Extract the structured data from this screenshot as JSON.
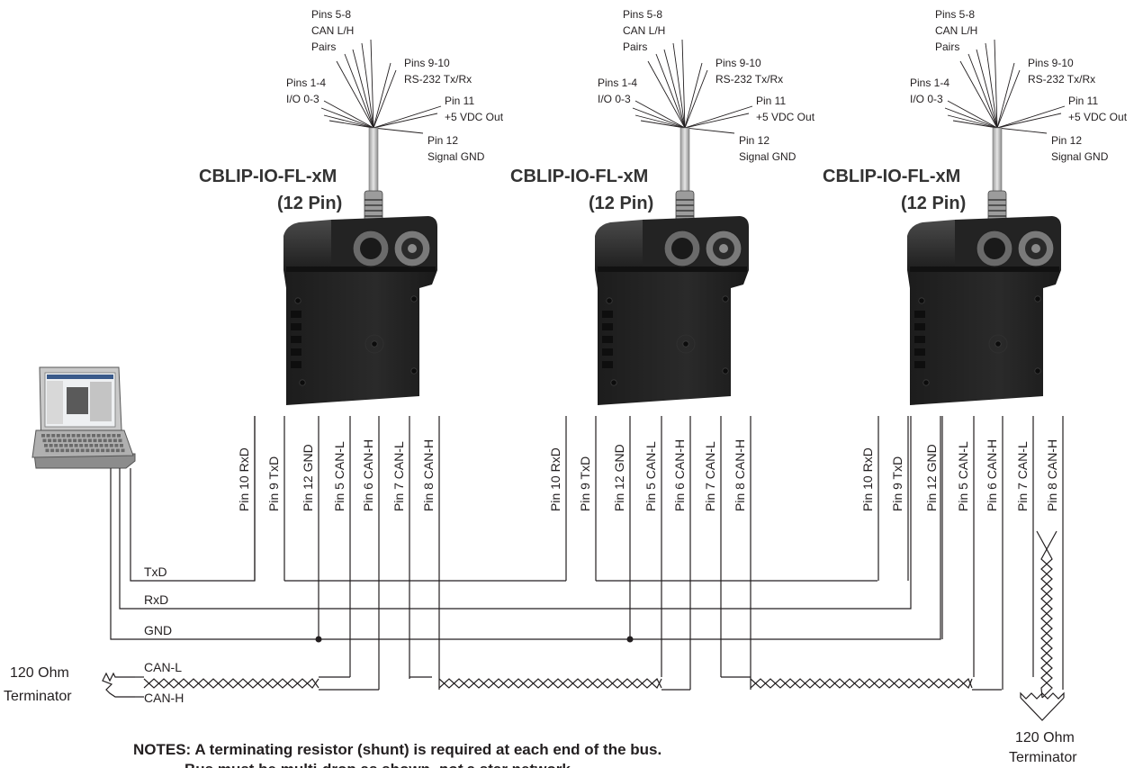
{
  "modules": [
    {
      "title": "CBLIP-IO-FL-xM",
      "subtitle": "(12 Pin)",
      "callouts": {
        "pins58": [
          "Pins 5-8",
          "CAN L/H",
          "Pairs"
        ],
        "pins14": [
          "Pins 1-4",
          "I/O 0-3"
        ],
        "pins910": [
          "Pins 9-10",
          "RS-232 Tx/Rx"
        ],
        "pin11": [
          "Pin 11",
          "+5 VDC Out"
        ],
        "pin12": [
          "Pin 12",
          "Signal GND"
        ]
      }
    },
    {
      "title": "CBLIP-IO-FL-xM",
      "subtitle": "(12 Pin)",
      "callouts": {
        "pins58": [
          "Pins 5-8",
          "CAN L/H",
          "Pairs"
        ],
        "pins14": [
          "Pins 1-4",
          "I/O 0-3"
        ],
        "pins910": [
          "Pins 9-10",
          "RS-232 Tx/Rx"
        ],
        "pin11": [
          "Pin 11",
          "+5 VDC Out"
        ],
        "pin12": [
          "Pin 12",
          "Signal GND"
        ]
      }
    },
    {
      "title": "CBLIP-IO-FL-xM",
      "subtitle": "(12 Pin)",
      "callouts": {
        "pins58": [
          "Pins 5-8",
          "CAN L/H",
          "Pairs"
        ],
        "pins14": [
          "Pins 1-4",
          "I/O 0-3"
        ],
        "pins910": [
          "Pins 9-10",
          "RS-232 Tx/Rx"
        ],
        "pin11": [
          "Pin 11",
          "+5 VDC Out"
        ],
        "pin12": [
          "Pin 12",
          "Signal GND"
        ]
      }
    }
  ],
  "pin_labels": [
    "Pin 10 RxD",
    "Pin 9 TxD",
    "Pin 12 GND",
    "Pin 5 CAN-L",
    "Pin 6 CAN-H",
    "Pin 7 CAN-L",
    "Pin 8 CAN-H"
  ],
  "bus_labels": {
    "txd": "TxD",
    "rxd": "RxD",
    "gnd": "GND",
    "can_l": "CAN-L",
    "can_h": "CAN-H"
  },
  "terminators": {
    "left": [
      "120 Ohm",
      "Terminator"
    ],
    "right": [
      "120 Ohm",
      "Terminator"
    ]
  },
  "notes": {
    "line1": "NOTES: A terminating resistor (shunt) is required at each end of the bus.",
    "line2_a": "Bus must be multi-drop as shown, ",
    "line2_em": "not",
    "line2_b": " a star network."
  }
}
